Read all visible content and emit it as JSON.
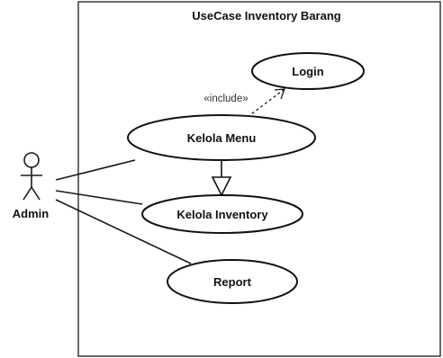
{
  "diagram": {
    "system_title": "UseCase Inventory Barang",
    "actor": {
      "label": "Admin"
    },
    "use_cases": {
      "login": "Login",
      "kelola_menu": "Kelola Menu",
      "kelola_inventory": "Kelola Inventory",
      "report": "Report"
    },
    "relationships": {
      "include_label": "«include»"
    }
  }
}
